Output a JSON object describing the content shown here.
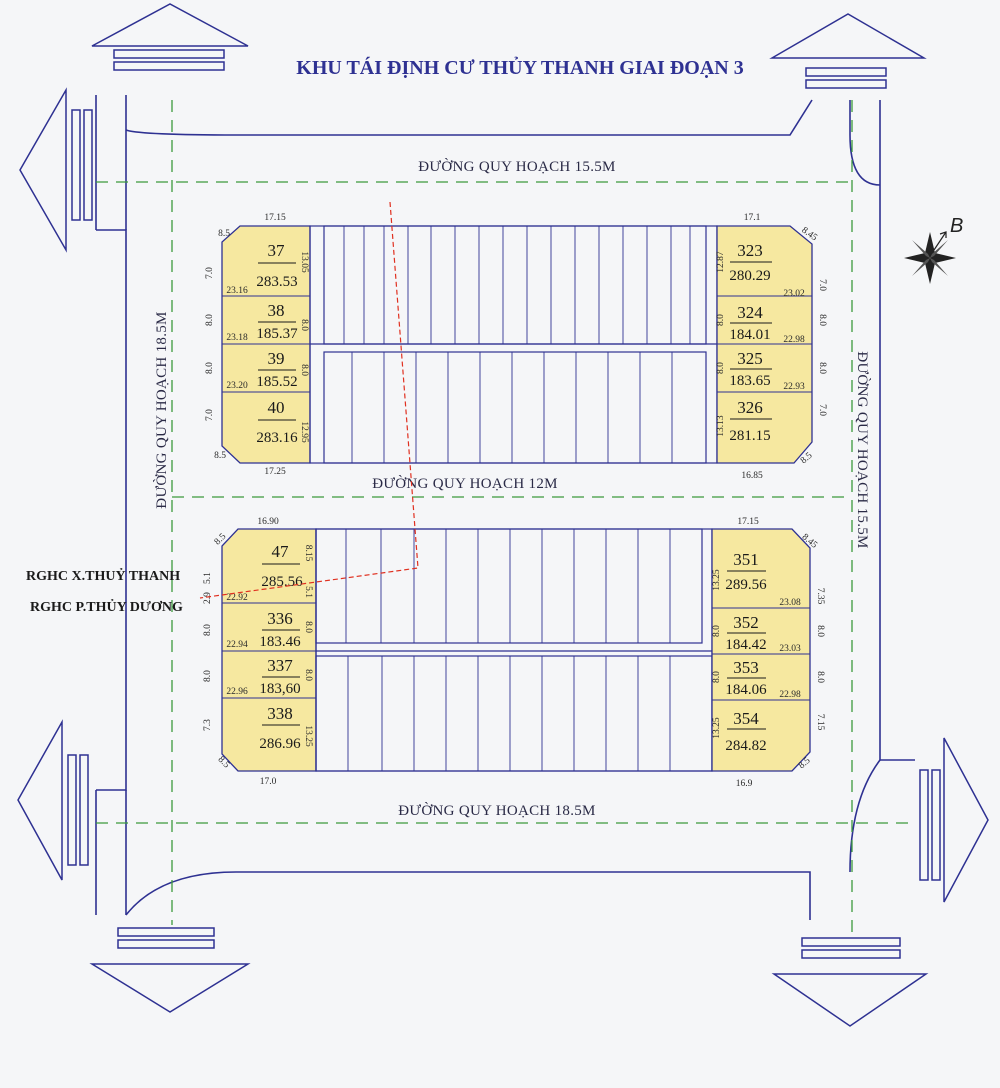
{
  "title": "KHU TÁI ĐỊNH CƯ THỦY THANH GIAI ĐOẠN 3",
  "roads": {
    "top": "ĐƯỜNG QUY HOẠCH 15.5M",
    "middle": "ĐƯỜNG QUY HOẠCH 12M",
    "bottom": "ĐƯỜNG QUY HOẠCH 18.5M",
    "left": "ĐƯỜNG QUY HOẠCH 18.5M",
    "right": "ĐƯỜNG QUY HOẠCH 15.5M"
  },
  "compass": {
    "label": "B"
  },
  "boundary": {
    "upper": "RGHC X.THUỶ THANH",
    "lower": "RGHC P.THỦY DƯƠNG"
  },
  "colors": {
    "lot_fill": "#f6e8a0",
    "road_outline": "#2e3192",
    "centerline": "#3c9a3c",
    "boundary_line": "#e03020"
  },
  "lots": {
    "l37": {
      "num": "37",
      "area": "283.53"
    },
    "l38": {
      "num": "38",
      "area": "185.37"
    },
    "l39": {
      "num": "39",
      "area": "185.52"
    },
    "l40": {
      "num": "40",
      "area": "283.16"
    },
    "l323": {
      "num": "323",
      "area": "280.29"
    },
    "l324": {
      "num": "324",
      "area": "184.01"
    },
    "l325": {
      "num": "325",
      "area": "183.65"
    },
    "l326": {
      "num": "326",
      "area": "281.15"
    },
    "l47": {
      "num": "47",
      "area": "285.56"
    },
    "l336": {
      "num": "336",
      "area": "183.46"
    },
    "l337": {
      "num": "337",
      "area": "183,60"
    },
    "l338": {
      "num": "338",
      "area": "286.96"
    },
    "l351": {
      "num": "351",
      "area": "289.56"
    },
    "l352": {
      "num": "352",
      "area": "184.42"
    },
    "l353": {
      "num": "353",
      "area": "184.06"
    },
    "l354": {
      "num": "354",
      "area": "284.82"
    }
  },
  "dims": {
    "tl_top": "17.15",
    "tl_corner_top": "8.5",
    "tl_corner_bot": "8.5",
    "tl_bot": "17.25",
    "tl_s1": "7.0",
    "tl_s2": "8.0",
    "tl_s3": "8.0",
    "tl_s4": "7.0",
    "tl_d1": "23.16",
    "tl_d2": "23.18",
    "tl_d3": "23.20",
    "tl_r1": "13.05",
    "tl_r2": "8.0",
    "tl_r3": "8.0",
    "tl_r4": "12.95",
    "tr_top": "17.1",
    "tr_corner_top": "8.45",
    "tr_corner_bot": "8.5",
    "tr_bot": "16.85",
    "tr_s1": "7.0",
    "tr_s2": "8.0",
    "tr_s3": "8.0",
    "tr_s4": "7.0",
    "tr_d1": "23.02",
    "tr_d2": "22.98",
    "tr_d3": "22.93",
    "tr_l1": "12.87",
    "tr_l2": "8.0",
    "tr_l3": "8.0",
    "tr_l4": "13.13",
    "bl_top": "16.90",
    "bl_corner_top": "8.5",
    "bl_corner_bot": "8.5",
    "bl_bot": "17.0",
    "bl_s1": "5.1",
    "bl_s1b": "2.9",
    "bl_s2": "8.0",
    "bl_s3": "8.0",
    "bl_s4": "7.3",
    "bl_d1": "22.92",
    "bl_d2": "22.94",
    "bl_d3": "22.96",
    "bl_r1": "8.15",
    "bl_r1b": "5.1",
    "bl_r2": "8.0",
    "bl_r3": "8.0",
    "bl_r4": "13.25",
    "br_top": "17.15",
    "br_corner_top": "8.45",
    "br_corner_bot": "8.5",
    "br_bot": "16.9",
    "br_s1": "7.35",
    "br_s2": "8.0",
    "br_s3": "8.0",
    "br_s4": "7.15",
    "br_d1": "23.08",
    "br_d2": "23.03",
    "br_d3": "22.98",
    "br_l1": "13.25",
    "br_l2": "8.0",
    "br_l3": "8.0",
    "br_l4": "13.25"
  }
}
